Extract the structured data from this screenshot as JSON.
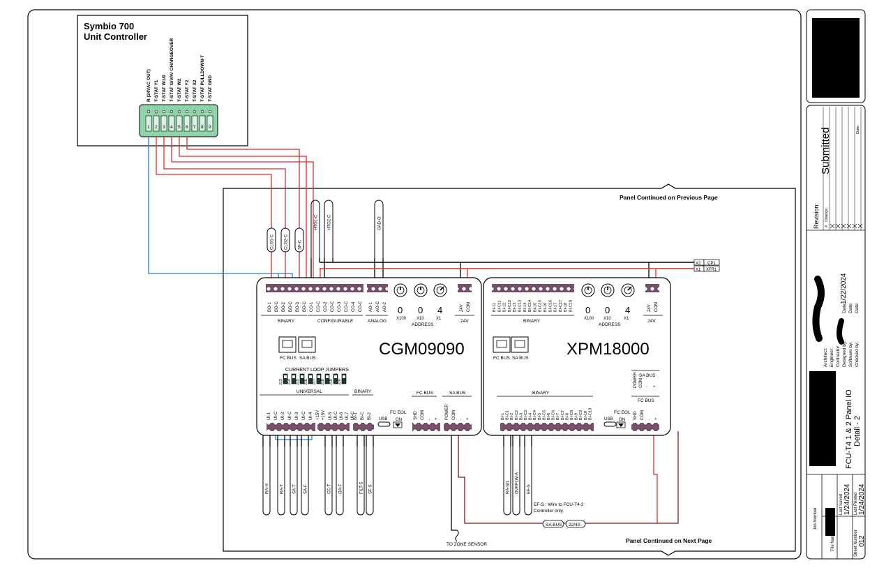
{
  "unit_controller": {
    "title_line1": "Symbio 700",
    "title_line2": "Unit Controller",
    "terminals": [
      "R (24VAC OUT)",
      "T-STAT Y1",
      "T-STAT W1/0",
      "T-STAT G/VAV CHANGEOVER",
      "T-STAT W2",
      "T-STAT Y2",
      "T-STAT X2",
      "T-STAT PULLDOWN-T",
      "T-STAT GND"
    ],
    "terminal_numbers": [
      "1",
      "2",
      "3",
      "4",
      "5",
      "6",
      "7",
      "8",
      "9"
    ]
  },
  "panel": {
    "continued_prev": "Panel Continued on Previous Page",
    "continued_next": "Panel Continued on Next Page",
    "x2_label": "X2",
    "cp1_label": "CP1",
    "x1_label": "X1",
    "xfr1_label": "XFR1"
  },
  "drop_labels_top": [
    "CLG1-C",
    "CLG2-C",
    "SF-C",
    "HTG1-C",
    "HTG2-C",
    "OAD-O"
  ],
  "cgm": {
    "model": "CGM09090",
    "bo_labels": [
      "BO-1",
      "BO-C",
      "BO-2",
      "BO-C",
      "BO-3",
      "BO-C"
    ],
    "co_labels": [
      "CO-1",
      "CO-C",
      "CO-2",
      "CO-C",
      "CO-3",
      "CO-C",
      "CO-4",
      "CO-C"
    ],
    "ao_labels": [
      "AO-1",
      "AO-C",
      "AO-2"
    ],
    "pwr_labels": [
      "24V",
      "COM"
    ],
    "binary_label": "BINARY",
    "configurable_label": "CONFIGURABLE",
    "analog_label": "ANALOG",
    "v24_label": "24V",
    "address_label": "ADDRESS",
    "address_digits": [
      "0",
      "0",
      "4"
    ],
    "address_mults": [
      "X100",
      "X10",
      "X1"
    ],
    "fc_bus_port": "FC BUS",
    "sa_bus_port": "SA BUS",
    "jumpers_title": "CURRENT LOOP JUMPERS",
    "jumpers": [
      "J13",
      "J14",
      "J15",
      "J16",
      "J17",
      "J18",
      "J19",
      "J20"
    ],
    "universal_label": "UNIVERSAL",
    "binary_bottom_label": "BINARY",
    "ui_labels": [
      "UI-1",
      "UI-C",
      "UI-2",
      "UI-C",
      "UI-3",
      "UI-C",
      "UI-4",
      "+15V",
      "+15V",
      "UI-5",
      "UI-C",
      "UI-6",
      "UI-7",
      "UI-C",
      "BI-1",
      "BI-C",
      "BI-2"
    ],
    "usb_label": "USB",
    "fc_eol_label": "FC EOL",
    "on_label": "ON",
    "fc_bus_label": "FC BUS",
    "sa_bus_label": "SA BUS",
    "fc_terms": [
      "SHD",
      "COM",
      "-",
      "+"
    ],
    "sa_terms": [
      "POWER",
      "COM",
      "-",
      "+"
    ]
  },
  "xpm": {
    "model": "XPM18000",
    "bi_top_labels": [
      "BI-11",
      "BI-C11",
      "BI-12",
      "BI-C12",
      "BI-13",
      "BI-C13",
      "BI-14",
      "BI-C14",
      "BI-15",
      "BI-C15",
      "BI-16",
      "BI-C16",
      "BI-17",
      "BI-C17",
      "BI-18",
      "BI-C18"
    ],
    "binary_label": "BINARY",
    "address_label": "ADDRESS",
    "address_digits": [
      "0",
      "0",
      "4"
    ],
    "address_mults": [
      "X100",
      "X10",
      "X1"
    ],
    "v24_label": "24V",
    "pwr_labels": [
      "24V",
      "COM"
    ],
    "fc_bus_port": "FC BUS",
    "sa_bus_port": "SA BUS",
    "binary_bottom_label": "BINARY",
    "bi_bottom_labels": [
      "BI-1",
      "BI-C1",
      "BI-2",
      "BI-C2",
      "BI-3",
      "BI-C3",
      "BI-4",
      "BI-C4",
      "BI-5",
      "BI-C5",
      "BI-6",
      "BI-C6",
      "BI-7",
      "BI-C7",
      "BI-8",
      "BI-C8",
      "BI-9",
      "BI-C9",
      "BI-10",
      "BI-C10"
    ],
    "usb_label": "USB",
    "fc_eol_label": "FC EOL",
    "on_label": "ON",
    "sa_bus_label": "SA BUS",
    "sa_terms": [
      "POWER",
      "COM",
      "-",
      "+"
    ],
    "fc_bus_label": "FC BUS",
    "fc_terms": [
      "SHD",
      "COM",
      "-",
      "+"
    ]
  },
  "drop_labels_bottom": [
    "RA-H",
    "RA-T",
    "SA-T",
    "SA-F",
    "CC-T",
    "OA-F",
    "FILT-S",
    "SF-S",
    "RA-SD",
    "OVRFLW-A",
    "EF-S"
  ],
  "ef_note": "EF-S : Wire to FCU-T4-2 Controller only.",
  "bus_tag": "SA BUS",
  "cable_tag": "22/4S",
  "zone_sensor": "TO ZONE SENSOR",
  "title_block": {
    "status": "Submitted",
    "revision": "Revision:",
    "rev_hash": "#",
    "rev_change": "Change:",
    "rev_date": "Date:",
    "architect": "Architect:",
    "engineer": "Engineer:",
    "contractor": "Contractor:",
    "designed_by": "Designed by:",
    "software_by": "Software by:",
    "checked_by": "Checked by:",
    "date_label": "Date:",
    "date_value": "1/22/2024",
    "drawing_title": "FCU-T4 1 & 2 Panel IO",
    "drawing_subtitle": "Detail - 2",
    "job_number": "Job Number",
    "file_name": "File Name",
    "sheet_number": "Sheet Number",
    "sheet_value": "012",
    "last_saved": "Last Saved",
    "last_saved_value": "1/24/2024",
    "last_printed": "Last Printed",
    "last_printed_value": "1/24/2024"
  },
  "colors": {
    "red": "#e02b2b",
    "blue": "#2a7ad6",
    "terminal": "#7d4f6e",
    "green": "#8fd3a8",
    "brown": "#7a1a1a"
  }
}
